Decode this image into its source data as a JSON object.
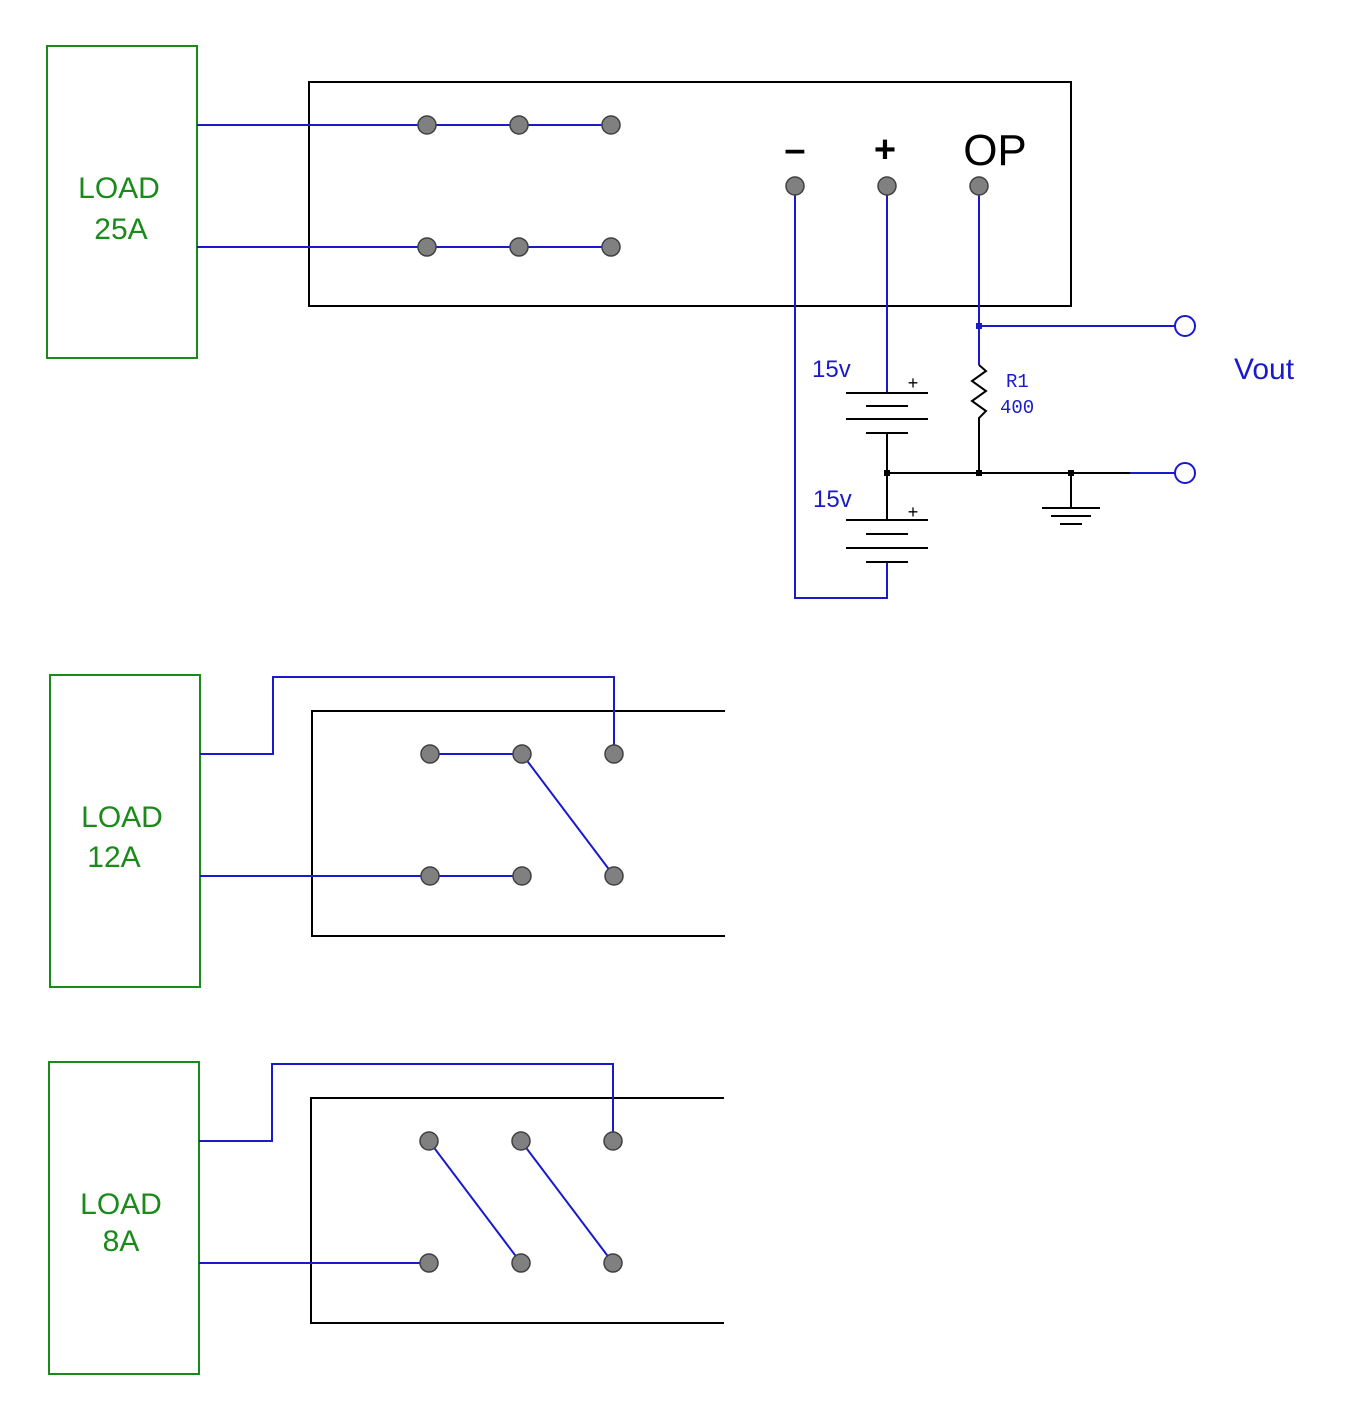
{
  "loads": {
    "top": {
      "label": "LOAD",
      "current": "25A"
    },
    "middle": {
      "label": "LOAD",
      "current": "12A"
    },
    "bottom": {
      "label": "LOAD",
      "current": "8A"
    }
  },
  "sensor": {
    "pin_minus": "–",
    "pin_plus": "+",
    "pin_output": "OP"
  },
  "supply": {
    "battery_upper": {
      "voltage": "15v",
      "polarity": "+"
    },
    "battery_lower": {
      "voltage": "15v",
      "polarity": "+"
    }
  },
  "resistor": {
    "name": "R1",
    "value": "400"
  },
  "output": {
    "label": "Vout"
  },
  "colors": {
    "wire": "#1a1acc",
    "load": "#1a8a1a",
    "pin": "#808080",
    "outline": "#000000"
  }
}
